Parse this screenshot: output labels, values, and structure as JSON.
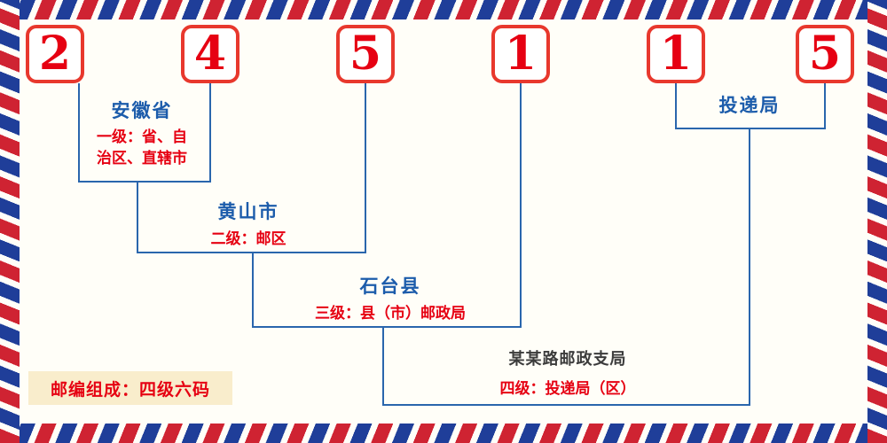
{
  "postal_code": {
    "value": "245115",
    "digits": [
      "2",
      "4",
      "5",
      "1",
      "1",
      "5"
    ]
  },
  "levels": [
    {
      "name": "安徽省",
      "desc_lines": [
        "一级：省、自",
        "治区、直辖市"
      ]
    },
    {
      "name": "黄山市",
      "desc": "二级：邮区"
    },
    {
      "name": "石台县",
      "desc": "三级：县（市）邮政局"
    },
    {
      "name": "某某路邮政支局",
      "desc": "四级：投递局（区）"
    },
    {
      "name": "投递局"
    }
  ],
  "footer": {
    "composition": "邮编组成：四级六码"
  },
  "colors": {
    "digit_red": "#e60012",
    "box_border_red": "#e8382d",
    "label_blue": "#1c5cab",
    "line_blue": "#2a66ad",
    "border_stripe_red": "#cf2332",
    "border_stripe_blue": "#1f3e99",
    "background": "#fffef8",
    "footer_background": "#f9edcc"
  }
}
